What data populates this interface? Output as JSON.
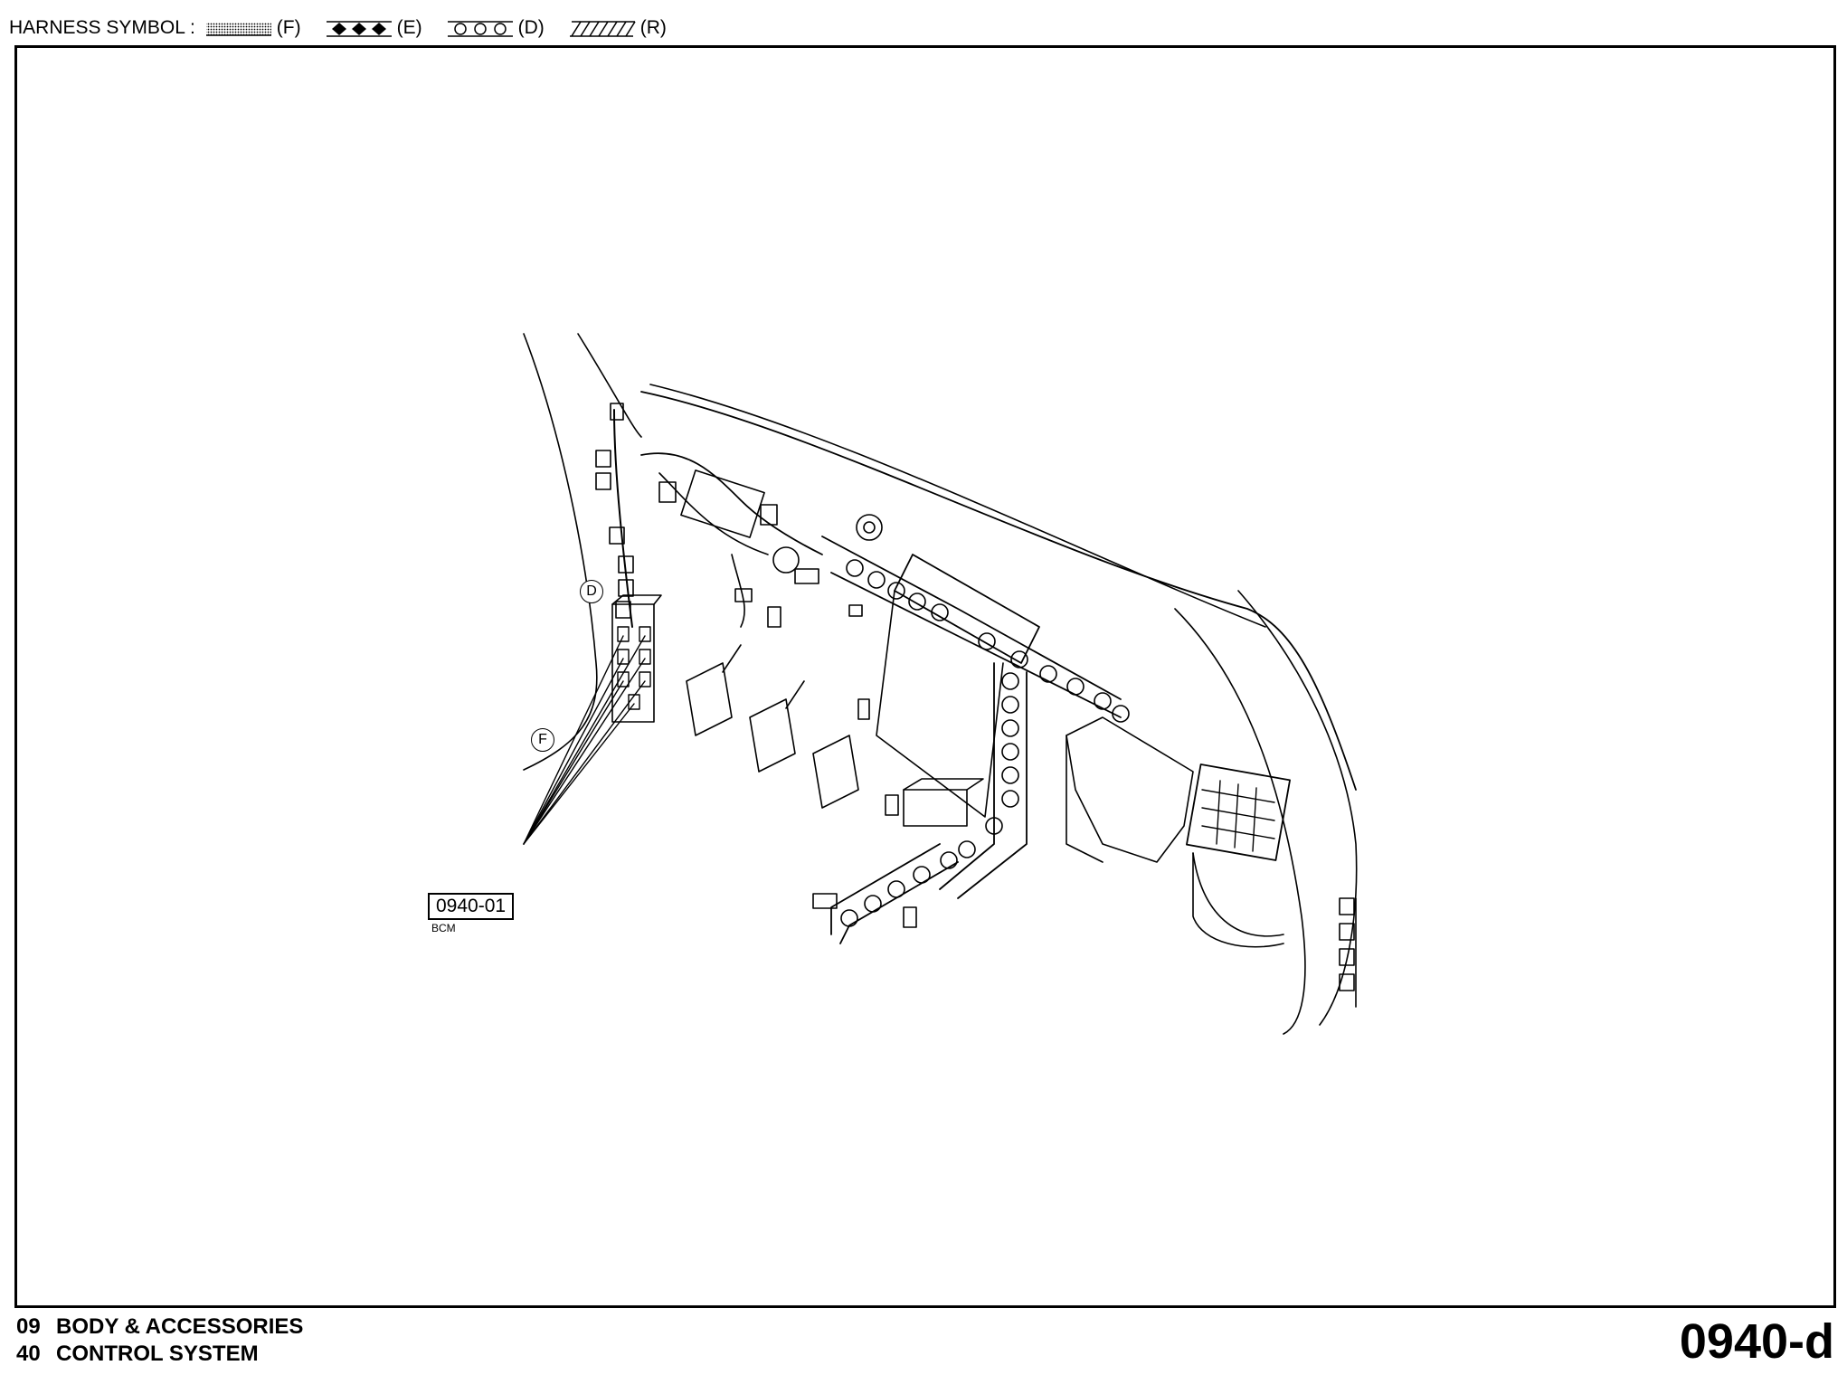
{
  "legend": {
    "label": "HARNESS SYMBOL :",
    "items": [
      {
        "code": "(F)",
        "pattern": "dotted"
      },
      {
        "code": "(E)",
        "pattern": "diamonds"
      },
      {
        "code": "(D)",
        "pattern": "circles"
      },
      {
        "code": "(R)",
        "pattern": "hatched"
      }
    ]
  },
  "diagram": {
    "connector": {
      "id": "0940-01",
      "name": "BCM"
    },
    "harness_labels": [
      "D",
      "F"
    ]
  },
  "footer": {
    "section_num": "09",
    "section_name": "BODY & ACCESSORIES",
    "subsection_num": "40",
    "subsection_name": "CONTROL SYSTEM",
    "page_code": "0940-d"
  }
}
